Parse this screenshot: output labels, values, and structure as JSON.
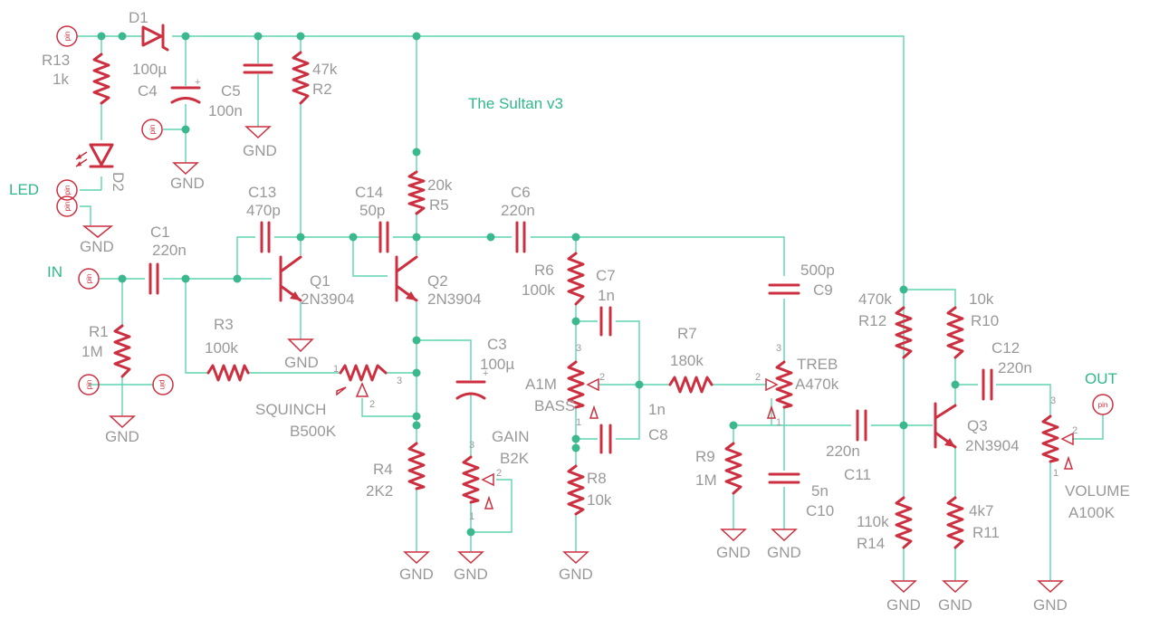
{
  "title": "The Sultan v3",
  "net_labels": {
    "in": "IN",
    "out": "OUT",
    "led": "LED"
  },
  "pin_text": "pin",
  "gnd": "GND",
  "colors": {
    "wire": "#5fd3b2",
    "component": "#cc2f3f",
    "text": "#999999",
    "net": "#2fb88a"
  },
  "components": {
    "d1": {
      "name": "D1"
    },
    "d2": {
      "name": "D2"
    },
    "r13": {
      "name": "R13",
      "value": "1k"
    },
    "c4": {
      "name": "C4",
      "value": "100µ"
    },
    "c5": {
      "name": "C5",
      "value": "100n"
    },
    "r2": {
      "name": "R2",
      "value": "47k"
    },
    "c13": {
      "name": "C13",
      "value": "470p"
    },
    "c14": {
      "name": "C14",
      "value": "50p"
    },
    "r5": {
      "name": "R5",
      "value": "20k"
    },
    "c6": {
      "name": "C6",
      "value": "220n"
    },
    "c1": {
      "name": "C1",
      "value": "220n"
    },
    "q1": {
      "name": "Q1",
      "value": "2N3904"
    },
    "q2": {
      "name": "Q2",
      "value": "2N3904"
    },
    "q3": {
      "name": "Q3",
      "value": "2N3904"
    },
    "r1": {
      "name": "R1",
      "value": "1M"
    },
    "r3": {
      "name": "R3",
      "value": "100k"
    },
    "squinch": {
      "name": "SQUINCH",
      "value": "B500K"
    },
    "r4": {
      "name": "R4",
      "value": "2K2"
    },
    "c3": {
      "name": "C3",
      "value": "100µ"
    },
    "gain": {
      "name": "GAIN",
      "value": "B2K"
    },
    "r6": {
      "name": "R6",
      "value": "100k"
    },
    "c7": {
      "name": "C7",
      "value": "1n"
    },
    "bass": {
      "name": "BASS",
      "value": "A1M"
    },
    "c8": {
      "name": "C8",
      "value": "1n"
    },
    "r8": {
      "name": "R8",
      "value": "10k"
    },
    "r7": {
      "name": "R7",
      "value": "180k"
    },
    "c9": {
      "name": "C9",
      "value": "500p"
    },
    "treb": {
      "name": "TREB",
      "value": "A470k"
    },
    "r9": {
      "name": "R9",
      "value": "1M"
    },
    "c10": {
      "name": "C10",
      "value": "5n"
    },
    "c11": {
      "name": "C11",
      "value": "220n"
    },
    "r12": {
      "name": "R12",
      "value": "470k"
    },
    "r10": {
      "name": "R10",
      "value": "10k"
    },
    "c12": {
      "name": "C12",
      "value": "220n"
    },
    "r14": {
      "name": "R14",
      "value": "110k"
    },
    "r11": {
      "name": "R11",
      "value": "4k7"
    },
    "volume": {
      "name": "VOLUME",
      "value": "A100K"
    }
  },
  "pot_pins": {
    "p1": "1",
    "p2": "2",
    "p3": "3"
  }
}
